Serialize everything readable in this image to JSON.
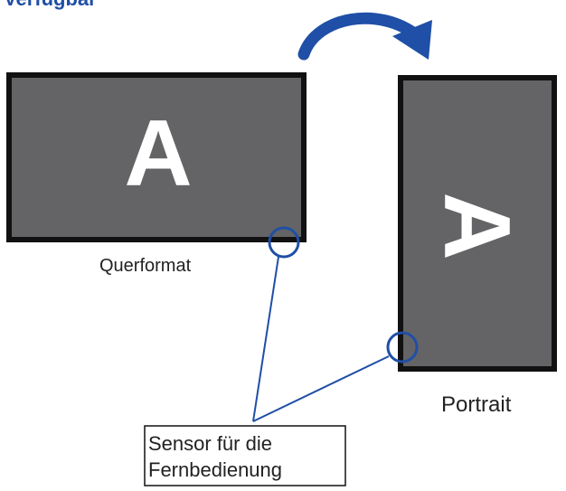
{
  "header": {
    "title_fragment": "Verfügbar"
  },
  "landscape": {
    "letter": "A",
    "label": "Querformat"
  },
  "portrait": {
    "letter": "A",
    "label": "Portrait"
  },
  "callout": {
    "line1": "Sensor für die",
    "line2": "Fernbedienung"
  },
  "colors": {
    "panel": "#646466",
    "frame": "#111111",
    "accent": "#1f4fa6",
    "letter": "#ffffff"
  }
}
